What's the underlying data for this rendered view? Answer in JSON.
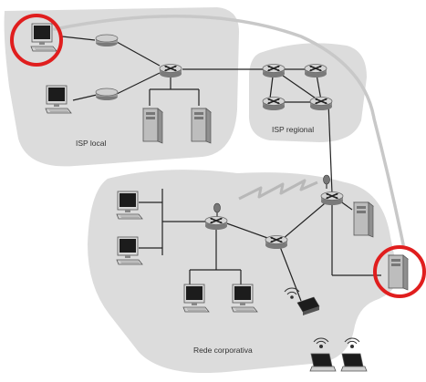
{
  "labels": {
    "isp_local": "ISP local",
    "isp_regional": "ISP regional",
    "corporate": "Rede corporativa"
  },
  "colors": {
    "region_fill": "#dcdcdc",
    "link": "#222222",
    "highlight": "#e01e1e",
    "path": "#c8c8c8",
    "router_top": "#d4d4d4",
    "router_side": "#8c8c8c",
    "monitor_screen": "#1c1c1c",
    "server_body": "#bdbdbd"
  },
  "icons": {
    "router": "router-icon",
    "computer": "desktop-computer-icon",
    "server": "server-icon",
    "modem": "modem-icon",
    "antenna": "wireless-antenna-icon",
    "laptop": "laptop-icon",
    "access_point": "wireless-access-point-icon",
    "wireless_link": "wireless-link-icon"
  }
}
